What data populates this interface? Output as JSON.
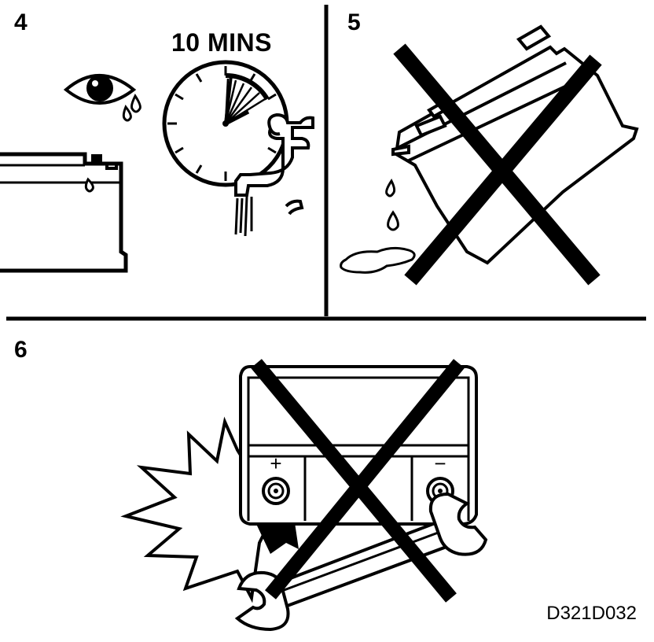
{
  "panels": [
    {
      "number": "4",
      "caption": "10 MINS"
    },
    {
      "number": "5"
    },
    {
      "number": "6"
    }
  ],
  "figure_code": "D321D032",
  "battery_terminals": {
    "positive": "+",
    "negative": "−"
  }
}
